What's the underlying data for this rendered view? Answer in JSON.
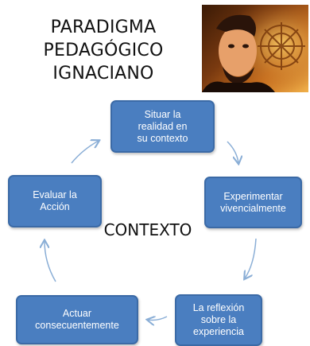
{
  "title_lines": [
    "PARADIGMA",
    "PEDAGÓGICO",
    "IGNACIANO"
  ],
  "center_label": "CONTEXTO",
  "nodes": [
    {
      "label": "Situar la\nrealidad  en\nsu contexto"
    },
    {
      "label": "Experimentar\nvivencialmente"
    },
    {
      "label": "La  reflexión\nsobre  la\nexperiencia"
    },
    {
      "label": "Actuar\nconsecuentemente"
    },
    {
      "label": "Evaluar  la\nAcción"
    }
  ],
  "colors": {
    "node_fill": "#4a7ec0",
    "node_border": "#3b6aa6",
    "arrow": "#8aaed6"
  },
  "portrait_icon": "portrait-with-emblem"
}
